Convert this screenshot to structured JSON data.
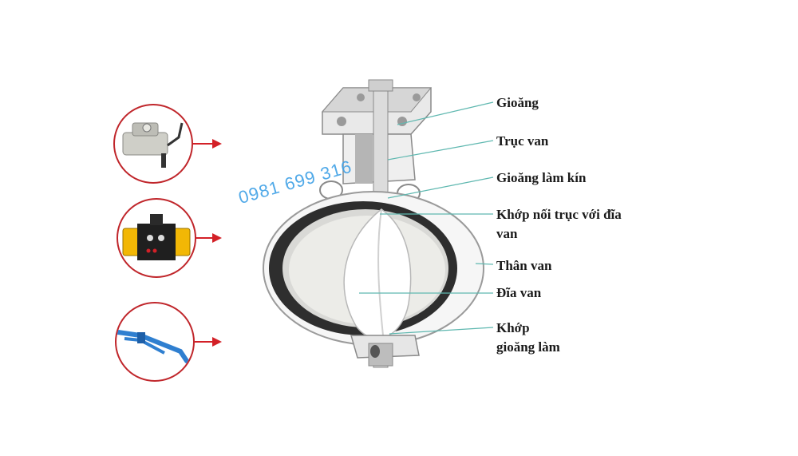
{
  "watermark": {
    "phone": "0981 699 316"
  },
  "actuators": [
    {
      "name": "electric-actuator",
      "color": "#cfcfc8"
    },
    {
      "name": "pneumatic-actuator",
      "color": "#f2b705"
    },
    {
      "name": "lever-handle",
      "color": "#2f7fd0"
    }
  ],
  "labels": {
    "gioang": "Gioăng",
    "truc_van": "Trục van",
    "gioang_lam_kin": "Gioăng làm kín",
    "khop_noi_line1": "Khớp nối trục với đĩa",
    "khop_noi_line2": "van",
    "than_van": "Thân van",
    "dia_van": "Đĩa van",
    "khop_gioang_line1": "Khớp",
    "khop_gioang_line2": "gioăng làm"
  },
  "colors": {
    "accent_red": "#d32027",
    "leader_line": "#5fb8b0",
    "body_white": "#f4f4f4",
    "body_gray": "#9a9a9a"
  }
}
